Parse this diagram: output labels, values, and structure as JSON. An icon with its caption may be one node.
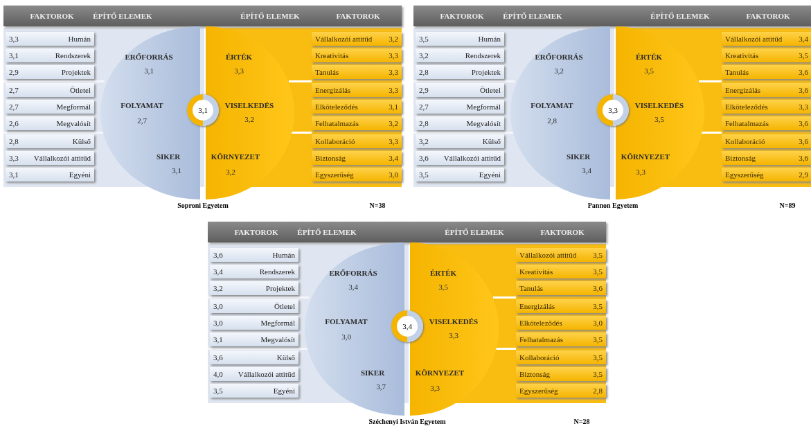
{
  "diagram": {
    "nodes": [
      {
        "text": [
          "FAKTOROK",
          "ÉPÍTŐ ELEMEK",
          "ÉPÍTŐ ELEMEK",
          "FAKTOROK"
        ]
      },
      {
        "text": [
          "3,3",
          "Humán"
        ]
      },
      {
        "text": [
          "3,1",
          "Rendszerek"
        ]
      },
      {
        "text": [
          "2,9",
          "Projektek"
        ]
      },
      {
        "text": [
          "2,7",
          "Ötletel"
        ]
      },
      {
        "text": [
          "2,7",
          "Megformál"
        ]
      },
      {
        "text": [
          "2,6",
          "Megvalósít"
        ]
      },
      {
        "text": [
          "2,8",
          "Külső"
        ]
      },
      {
        "text": [
          "3,3",
          "Vállalkozói attitűd"
        ]
      },
      {
        "text": [
          "3,1",
          "Egyéni"
        ]
      },
      {
        "text": [
          "ERŐFORRÁS",
          "3,1",
          "FOLYAMAT",
          "2,7",
          "SIKER",
          "3,1"
        ]
      },
      {
        "text": [
          "3,1"
        ]
      },
      {
        "text": [
          "ÉRTÉK",
          "3,3",
          "VISELKEDÉS",
          "3,2",
          "KÖRNYEZET",
          "3,2"
        ]
      },
      {
        "text": [
          "Vállalkozói attitűd",
          "3,2"
        ]
      },
      {
        "text": [
          "Kreativitás",
          "3,3"
        ]
      },
      {
        "text": [
          "Tanulás",
          "3,3"
        ]
      },
      {
        "text": [
          "Energizálás",
          "3,3"
        ]
      },
      {
        "text": [
          "Elköteleződés",
          "3,1"
        ]
      },
      {
        "text": [
          "Felhatalmazás",
          "3,2"
        ]
      },
      {
        "text": [
          "Kollaboráció",
          "3,3"
        ]
      },
      {
        "text": [
          "Biztonság",
          "3,4"
        ]
      },
      {
        "text": [
          "Egyszerűség",
          "3,0"
        ]
      },
      {
        "text": [
          "FAKTOROK",
          "ÉPÍTŐ ELEMEK",
          "ÉPÍTŐ ELEMEK",
          "FAKTOROK"
        ]
      },
      {
        "text": [
          "3,5",
          "Humán"
        ]
      },
      {
        "text": [
          "3,2",
          "Rendszerek"
        ]
      },
      {
        "text": [
          "2,8",
          "Projektek"
        ]
      },
      {
        "text": [
          "2,9",
          "Ötletel"
        ]
      },
      {
        "text": [
          "2,7",
          "Megformál"
        ]
      },
      {
        "text": [
          "2,8",
          "Megvalósít"
        ]
      },
      {
        "text": [
          "3,2",
          "Külső"
        ]
      },
      {
        "text": [
          "3,6",
          "Vállalkozói attitűd"
        ]
      },
      {
        "text": [
          "3,5",
          "Egyéni"
        ]
      },
      {
        "text": [
          "ERŐFORRÁS",
          "3,2",
          "FOLYAMAT",
          "2,8",
          "SIKER",
          "3,4"
        ]
      },
      {
        "text": [
          "3,3"
        ]
      },
      {
        "text": [
          "ÉRTÉK",
          "3,5",
          "VISELKEDÉS",
          "3,5",
          "KÖRNYEZET",
          "3,3"
        ]
      },
      {
        "text": [
          "Vállalkozói attitűd",
          "3,4"
        ]
      },
      {
        "text": [
          "Kreativitás",
          "3,5"
        ]
      },
      {
        "text": [
          "Tanulás",
          "3,6"
        ]
      },
      {
        "text": [
          "Energizálás",
          "3,6"
        ]
      },
      {
        "text": [
          "Elköteleződés",
          "3,3"
        ]
      },
      {
        "text": [
          "Felhatalmazás",
          "3,6"
        ]
      },
      {
        "text": [
          "Kollaboráció",
          "3,6"
        ]
      },
      {
        "text": [
          "Biztonság",
          "3,6"
        ]
      },
      {
        "text": [
          "Egyszerűség",
          "2,9"
        ]
      },
      {
        "text": [
          "FAKTOROK",
          "ÉPÍTŐ ELEMEK",
          "ÉPÍTŐ ELEMEK",
          "FAKTOROK"
        ]
      },
      {
        "text": [
          "3,6",
          "Humán"
        ]
      },
      {
        "text": [
          "3,4",
          "Rendszerek"
        ]
      },
      {
        "text": [
          "3,2",
          "Projektek"
        ]
      },
      {
        "text": [
          "3,0",
          "Ötletel"
        ]
      },
      {
        "text": [
          "3,0",
          "Megformál"
        ]
      },
      {
        "text": [
          "3,1",
          "Megvalósít"
        ]
      },
      {
        "text": [
          "3,6",
          "Külső"
        ]
      },
      {
        "text": [
          "4,0",
          "Vállalkozói attitűd"
        ]
      },
      {
        "text": [
          "3,5",
          "Egyéni"
        ]
      },
      {
        "text": [
          "ERŐFORRÁS",
          "3,4",
          "FOLYAMAT",
          "3,0",
          "SIKER",
          "3,7"
        ]
      },
      {
        "text": [
          "3,4"
        ]
      },
      {
        "text": [
          "ÉRTÉK",
          "3,5",
          "VISELKEDÉS",
          "3,3",
          "KÖRNYEZET",
          "3,3"
        ]
      },
      {
        "text": [
          "Vállalkozói attitűd",
          "3,5"
        ]
      },
      {
        "text": [
          "Kreativitás",
          "3,5"
        ]
      },
      {
        "text": [
          "Tanulás",
          "3,6"
        ]
      },
      {
        "text": [
          "Energizálás",
          "3,5"
        ]
      },
      {
        "text": [
          "Elköteleződés",
          "3,0"
        ]
      },
      {
        "text": [
          "Felhatalmazás",
          "3,5"
        ]
      },
      {
        "text": [
          "Kollaboráció",
          "3,5"
        ]
      },
      {
        "text": [
          "Biztonság",
          "3,5"
        ]
      },
      {
        "text": [
          "Egyszerűség",
          "2,8"
        ]
      }
    ],
    "labels": [
      "Soproni Egyetem",
      "N=38",
      "Pannon Egyetem",
      "N=89",
      "Széchenyi István Egyetem",
      "N=28"
    ]
  }
}
